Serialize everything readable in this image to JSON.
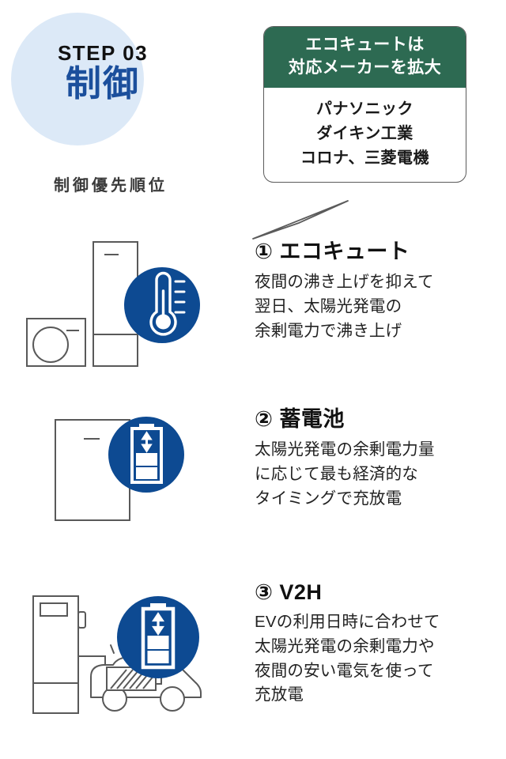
{
  "header": {
    "step_label": "STEP 03",
    "step_title": "制御",
    "priority_subtitle": "制御優先順位",
    "circle_color": "#dce9f7",
    "title_color": "#1b4f9c"
  },
  "callout": {
    "head_line_1": "エコキュートは",
    "head_line_2": "対応メーカーを拡大",
    "body_line_1": "パナソニック",
    "body_line_2": "ダイキン工業",
    "body_line_3": "コロナ、三菱電機",
    "head_bg_color": "#2d6a52",
    "head_text_color": "#ffffff",
    "border_color": "#5b5b5b"
  },
  "items": [
    {
      "title": "① エコキュート",
      "desc_line_1": "夜間の沸き上げを抑えて",
      "desc_line_2": "翌日、太陽光発電の",
      "desc_line_3": "余剰電力で沸き上げ",
      "badge_icon": "thermometer-icon",
      "badge_color": "#0d4a92",
      "illustration": "eco-cute-water-heater"
    },
    {
      "title": "② 蓄電池",
      "desc_line_1": "太陽光発電の余剰電力量",
      "desc_line_2": "に応じて最も経済的な",
      "desc_line_3": "タイミングで充放電",
      "badge_icon": "battery-charge-discharge-icon",
      "badge_color": "#0d4a92",
      "illustration": "storage-battery-unit"
    },
    {
      "title": "③ V2H",
      "desc_line_1": "EVの利用日時に合わせて",
      "desc_line_2": "太陽光発電の余剰電力や",
      "desc_line_3": "夜間の安い電気を使って",
      "desc_line_4": "充放電",
      "badge_icon": "battery-charge-discharge-icon",
      "badge_color": "#0d4a92",
      "illustration": "v2h-charger-with-ev"
    }
  ]
}
